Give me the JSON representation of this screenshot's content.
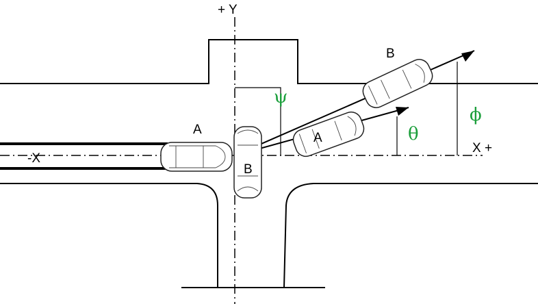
{
  "labels": {
    "plus_y": "+ Y",
    "minus_x": "-X",
    "plus_x": "X +",
    "psi": "ψ",
    "phi": "ϕ",
    "theta": "θ",
    "car_a_start": "A",
    "car_a_end": "A",
    "car_b_start": "B",
    "car_b_end": "B"
  },
  "colors": {
    "angle_label": "#1a9e3a"
  }
}
